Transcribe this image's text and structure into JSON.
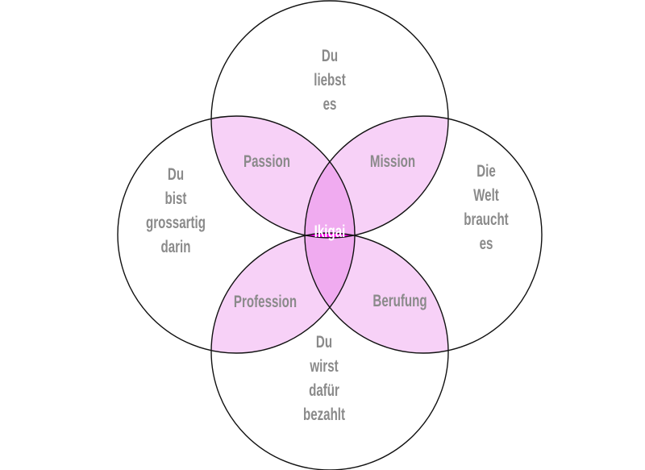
{
  "colors": {
    "pair": "#f2d2f2",
    "triple": "#f0a2f0",
    "center": "#ff00ee",
    "stroke": "#111111",
    "text": "#8a8a8a"
  },
  "circles": {
    "top": [
      "Du",
      "liebst",
      "es"
    ],
    "left": [
      "Du",
      "bist",
      "grossartig",
      "darin"
    ],
    "right": [
      "Die",
      "Welt",
      "braucht",
      "es"
    ],
    "bottom": [
      "Du",
      "wirst",
      "dafür",
      "bezahlt"
    ]
  },
  "overlaps": {
    "passion": "Passion",
    "mission": "Mission",
    "profession": "Profession",
    "berufung": "Berufung",
    "center": "Ikigai"
  }
}
